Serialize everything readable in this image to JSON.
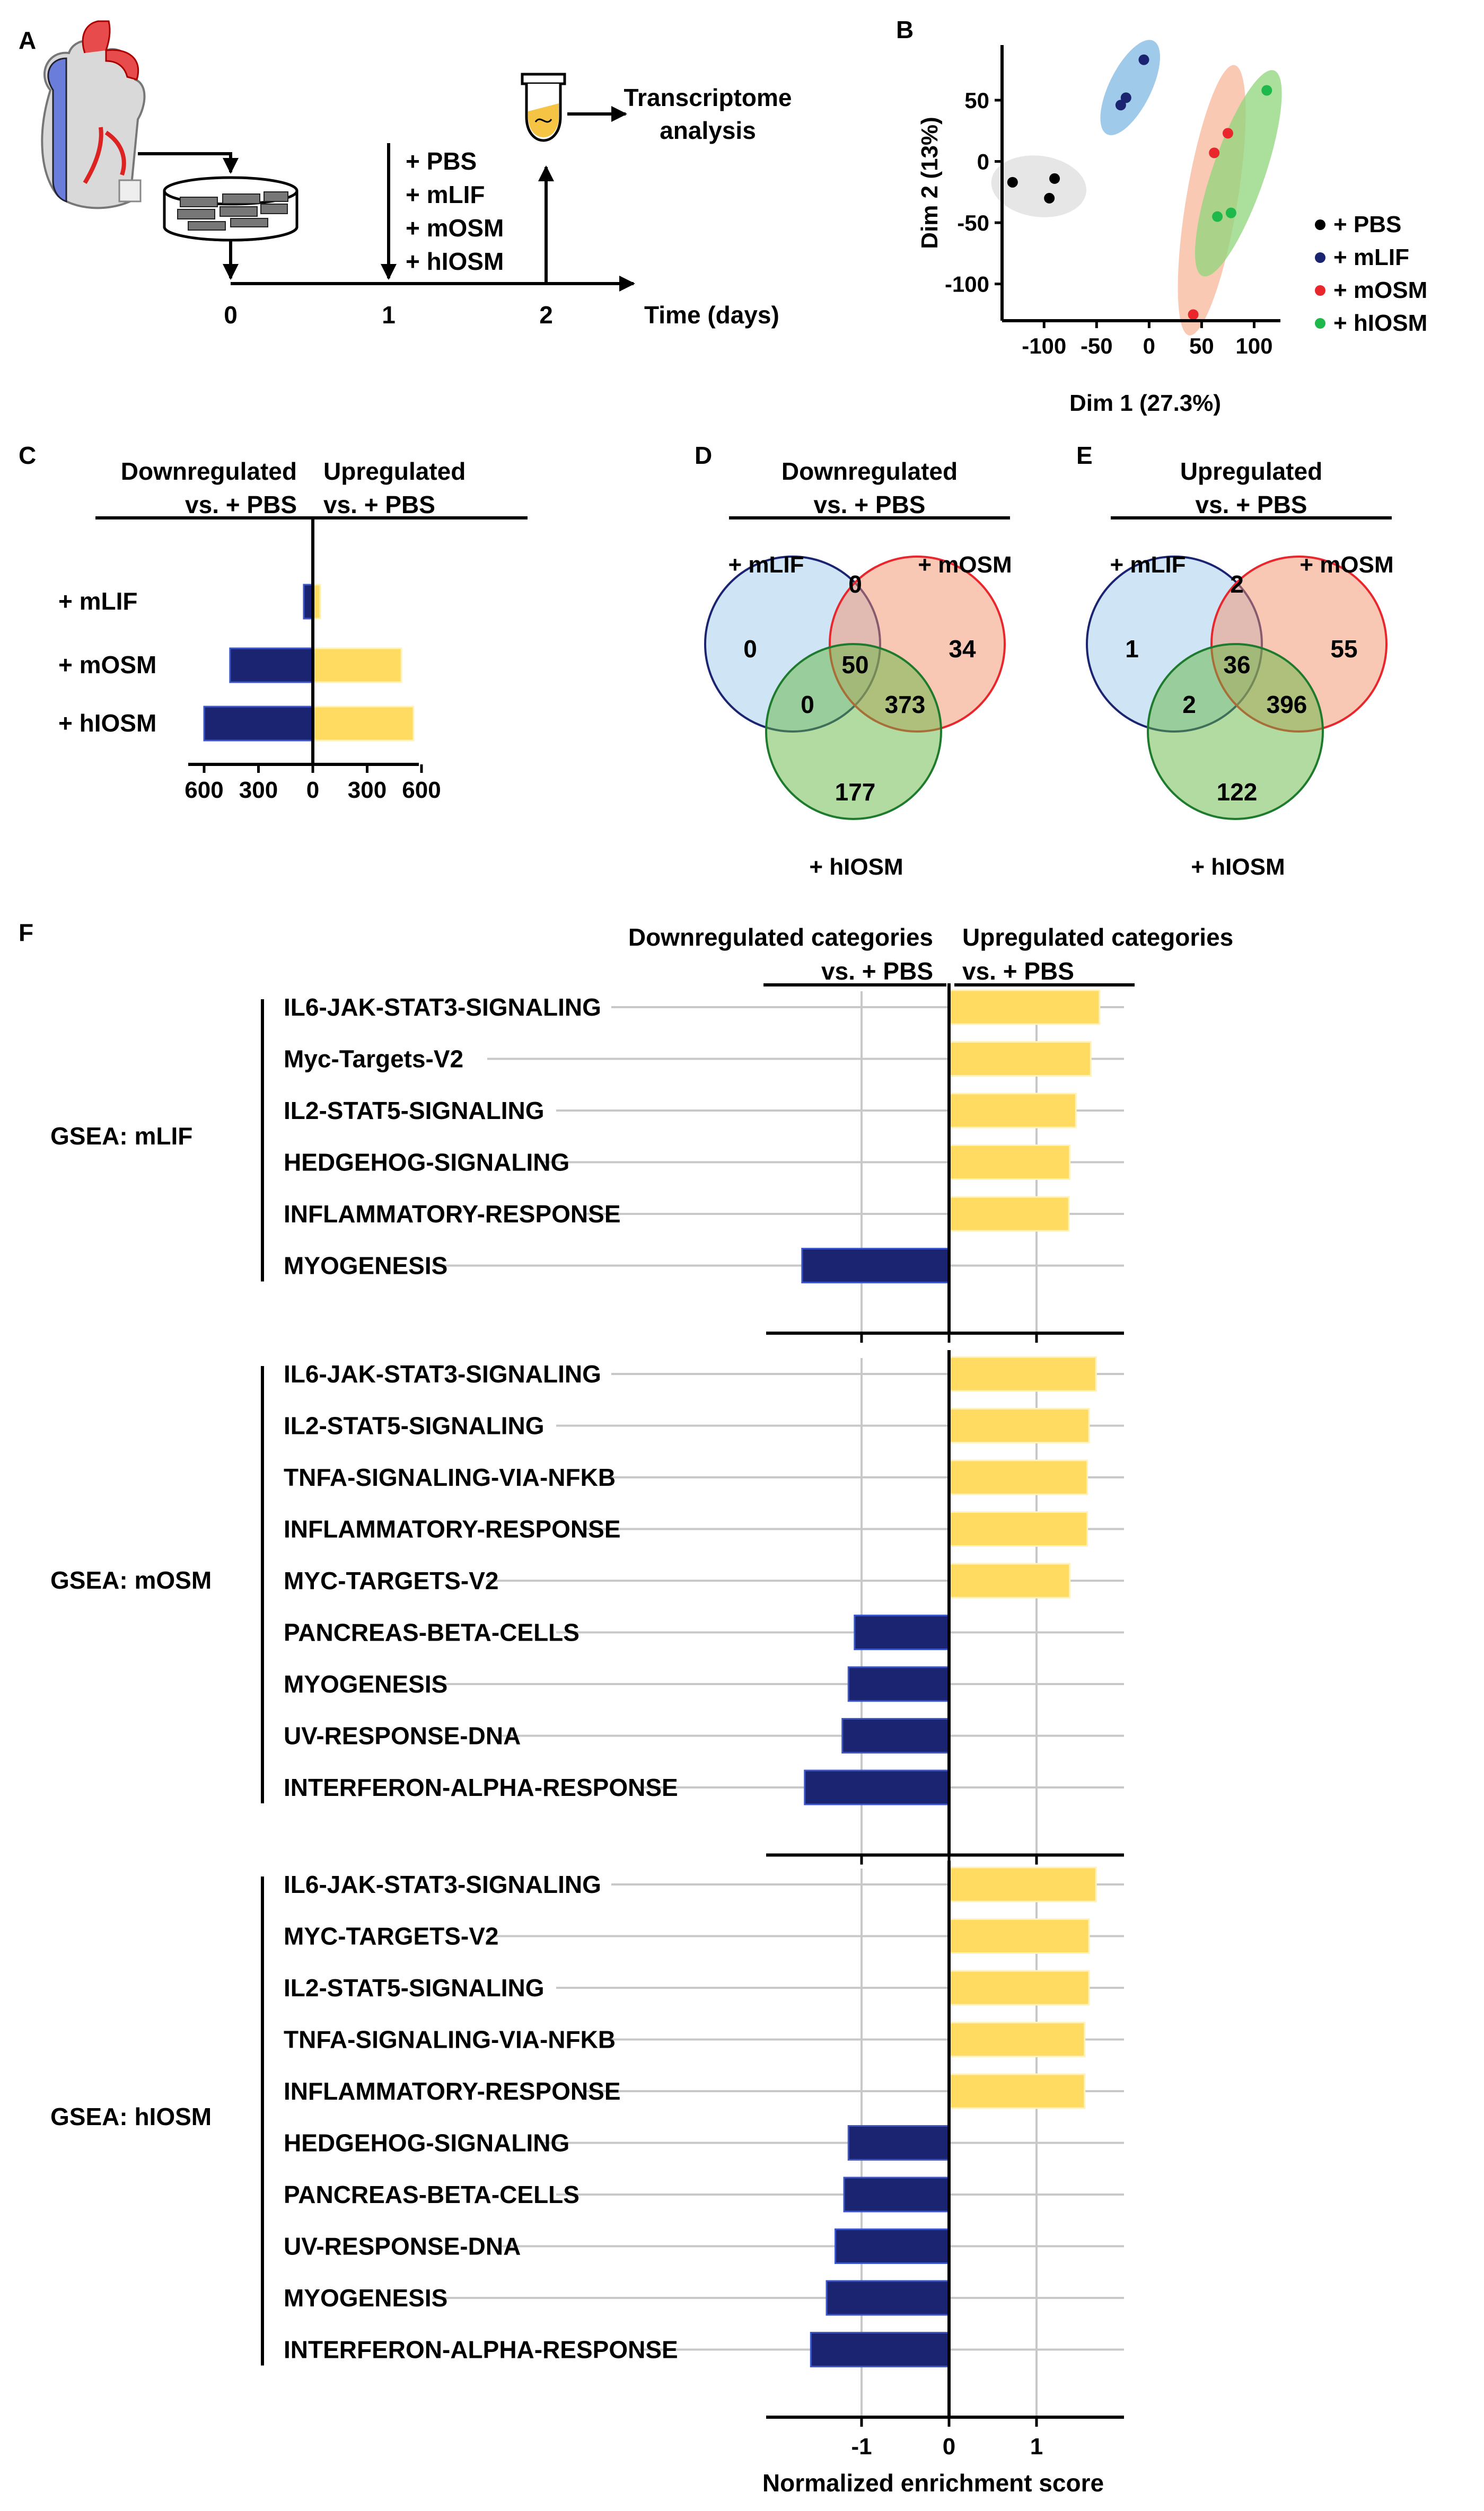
{
  "panel_letters": {
    "a": "A",
    "b": "B",
    "c": "C",
    "d": "D",
    "e": "E",
    "f": "F"
  },
  "colors": {
    "down": "#1b2471",
    "up": "#ffdb61",
    "grid": "#c8c8c8"
  },
  "panel_a": {
    "treatments": [
      "+ PBS",
      "+ mLIF",
      "+ mOSM",
      "+ hIOSM"
    ],
    "output_label_1": "Transcriptome",
    "output_label_2": "analysis",
    "ticks": [
      "0",
      "1",
      "2"
    ],
    "axis_label": "Time (days)",
    "icons": [
      "heart-icon",
      "culture-dish-icon",
      "tube-icon"
    ]
  },
  "chart_data": [
    {
      "panel": "B",
      "type": "scatter",
      "xlabel": "Dim 1 (27.3%)",
      "ylabel": "Dim 2 (13%)",
      "xlim": [
        -140,
        125
      ],
      "ylim": [
        -130,
        95
      ],
      "x_ticks": [
        "-100",
        "-50",
        "0",
        "50",
        "100"
      ],
      "y_ticks": [
        "50",
        "0",
        "-50",
        "-100"
      ],
      "series": [
        {
          "name": "+ PBS",
          "color": "#000000",
          "ellipse": "#dddddd",
          "points": [
            [
              -130,
              -17
            ],
            [
              -90,
              -14
            ],
            [
              -95,
              -30
            ]
          ]
        },
        {
          "name": "+ mLIF",
          "color": "#1b2471",
          "ellipse": "#7fb8e2",
          "points": [
            [
              -5,
              83
            ],
            [
              -22,
              52
            ],
            [
              -27,
              46
            ]
          ]
        },
        {
          "name": "+ mOSM",
          "color": "#e8262c",
          "ellipse": "#f7b79b",
          "points": [
            [
              75,
              23
            ],
            [
              42,
              -125
            ],
            [
              62,
              7
            ]
          ]
        },
        {
          "name": "+ hIOSM",
          "color": "#1fb84a",
          "ellipse": "#8fd57b",
          "points": [
            [
              112,
              58
            ],
            [
              65,
              -45
            ],
            [
              78,
              -42
            ]
          ]
        }
      ],
      "legend": "right"
    },
    {
      "panel": "C",
      "type": "bar",
      "title_left": "Downregulated",
      "title_left_2": "vs. + PBS",
      "title_right": "Upregulated",
      "title_right_2": "vs. + PBS",
      "categories": [
        "+ mLIF",
        "+ mOSM",
        "+ hIOSM"
      ],
      "series": [
        {
          "name": "Downregulated",
          "values": [
            50,
            457,
            600
          ]
        },
        {
          "name": "Upregulated",
          "values": [
            41,
            489,
            556
          ]
        }
      ],
      "x_ticks": [
        "600",
        "300",
        "0",
        "300",
        "600"
      ],
      "xlim": [
        -600,
        600
      ]
    },
    {
      "panel": "D",
      "type": "venn",
      "title": "Downregulated",
      "title_2": "vs. + PBS",
      "sets": [
        "+ mLIF",
        "+ mOSM",
        "+ hIOSM"
      ],
      "regions": {
        "mLIF_only": "0",
        "mLIF_mOSM": "0",
        "mOSM_only": "34",
        "all": "50",
        "mLIF_hIOSM": "0",
        "mOSM_hIOSM": "373",
        "hIOSM_only": "177"
      }
    },
    {
      "panel": "E",
      "type": "venn",
      "title": "Upregulated",
      "title_2": "vs. + PBS",
      "sets": [
        "+ mLIF",
        "+ mOSM",
        "+ hIOSM"
      ],
      "regions": {
        "mLIF_only": "1",
        "mLIF_mOSM": "2",
        "mOSM_only": "55",
        "all": "36",
        "mLIF_hIOSM": "2",
        "mOSM_hIOSM": "396",
        "hIOSM_only": "122"
      }
    },
    {
      "panel": "F",
      "type": "bar",
      "header_left": "Downregulated categories",
      "header_left_2": "vs. + PBS",
      "header_right": "Upregulated categories",
      "header_right_2": "vs. + PBS",
      "xlabel": "Normalized enrichment score",
      "xlim": [
        -2,
        2
      ],
      "x_ticks": [
        "-1",
        "0",
        "1"
      ],
      "groups": [
        {
          "name": "GSEA: mLIF",
          "categories": [
            "IL6-JAK-STAT3-SIGNALING",
            "Myc-Targets-V2",
            "IL2-STAT5-SIGNALING",
            "HEDGEHOG-SIGNALING",
            "INFLAMMATORY-RESPONSE",
            "MYOGENESIS"
          ],
          "values": [
            1.72,
            1.62,
            1.45,
            1.38,
            1.37,
            -1.68
          ]
        },
        {
          "name": "GSEA: mOSM",
          "categories": [
            "IL6-JAK-STAT3-SIGNALING",
            "IL2-STAT5-SIGNALING",
            "TNFA-SIGNALING-VIA-NFKB",
            "INFLAMMATORY-RESPONSE",
            "MYC-TARGETS-V2",
            "PANCREAS-BETA-CELLS",
            "MYOGENESIS",
            "UV-RESPONSE-DNA",
            "INTERFERON-ALPHA-RESPONSE"
          ],
          "values": [
            1.68,
            1.6,
            1.58,
            1.58,
            1.38,
            -1.08,
            -1.15,
            -1.22,
            -1.65
          ]
        },
        {
          "name": "GSEA: hIOSM",
          "categories": [
            "IL6-JAK-STAT3-SIGNALING",
            "MYC-TARGETS-V2",
            "IL2-STAT5-SIGNALING",
            "TNFA-SIGNALING-VIA-NFKB",
            "INFLAMMATORY-RESPONSE",
            "HEDGEHOG-SIGNALING",
            "PANCREAS-BETA-CELLS",
            "UV-RESPONSE-DNA",
            "MYOGENESIS",
            "INTERFERON-ALPHA-RESPONSE"
          ],
          "values": [
            1.68,
            1.6,
            1.6,
            1.55,
            1.55,
            -1.15,
            -1.2,
            -1.3,
            -1.4,
            -1.58
          ]
        }
      ]
    }
  ]
}
